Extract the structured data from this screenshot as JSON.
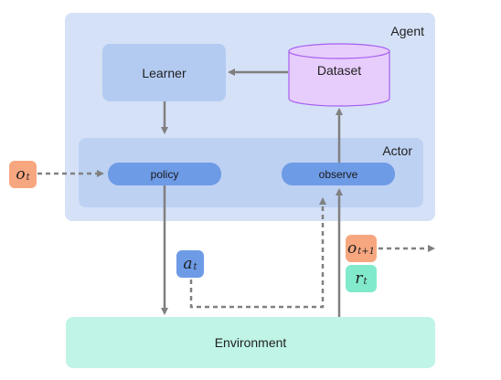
{
  "agent": {
    "title": "Agent"
  },
  "actor": {
    "title": "Actor"
  },
  "learner": {
    "label": "Learner"
  },
  "dataset": {
    "label": "Dataset"
  },
  "policy": {
    "label": "policy"
  },
  "observe": {
    "label": "observe"
  },
  "environment": {
    "label": "Environment"
  },
  "symbols": {
    "o_t": {
      "base": "o",
      "sub": "t"
    },
    "a_t": {
      "base": "a",
      "sub": "t"
    },
    "o_t1": {
      "base": "o",
      "sub": "t+1"
    },
    "r_t": {
      "base": "r",
      "sub": "t"
    }
  },
  "colors": {
    "agent": "#d5e1f7",
    "actor": "#bdd1f3",
    "learner": "#b3cbf1",
    "dataset": "#e7cdfb",
    "pill": "#6e9be6",
    "environment": "#bff4e6",
    "observation": "#f7a780",
    "reward": "#82eacc",
    "arrow": "#808080"
  }
}
